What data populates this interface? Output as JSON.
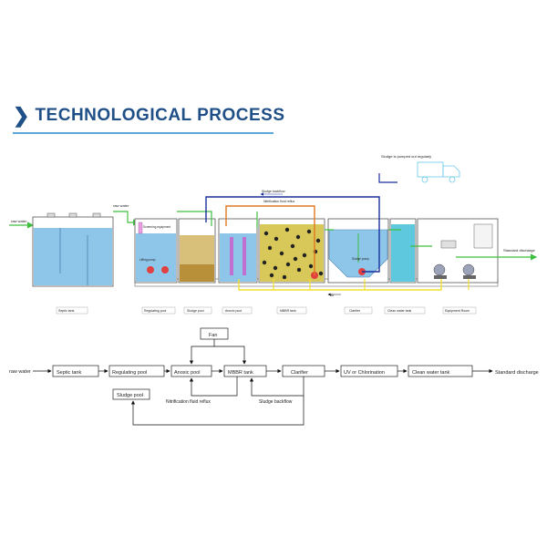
{
  "heading": {
    "title": "TECHNOLOGICAL PROCESS",
    "icon": "chevron-right-icon"
  },
  "process": {
    "raw_water": "raw water",
    "raw_water_short": "raw water",
    "sludge_note": "Sludge is pumped out regularly",
    "sludge_backflow": "Sludge backflow",
    "nitrification_reflux": "Nitrification fluid reflux",
    "screening": "Screening equipment",
    "lifting_pump": "Lifting pump",
    "sludge_pump": "Sludge pump",
    "air": "Air",
    "standard_discharge": "Standard discharge",
    "units": {
      "septic": "Septic tank",
      "regulating": "Regulating pool",
      "sludge_pool": "Sludge pool",
      "anoxic": "Anoxic pool",
      "mbbr": "MBBR tank",
      "clarifier": "Clarifier",
      "clean_water": "Clean water tank",
      "equipment_room": "Equipment Room"
    }
  },
  "flow": {
    "fan": "Fan",
    "raw_water": "raw water",
    "septic": "Septic tank",
    "regulating": "Regulating pool",
    "anoxic": "Anoxic pool",
    "mbbr": "MBBR tank",
    "clarifier": "Clarifier",
    "uv": "UV or Chlorination",
    "clean_water": "Clean water tank",
    "standard_discharge": "Standard discharge",
    "sludge_pool": "Sludge pool",
    "nitrification_reflux": "Nitrification fluid reflux",
    "sludge_backflow": "Sludge backflow"
  },
  "colors": {
    "heading": "#1f4f87",
    "water": "#8ec6ea",
    "clean_water": "#5ec8df",
    "green_pipe": "#3fbf3f",
    "blue_pipe": "#1b2f9c",
    "orange_pipe": "#e07820",
    "yellow_pipe": "#f0e030",
    "mbbr_fill": "#d8c85a"
  }
}
